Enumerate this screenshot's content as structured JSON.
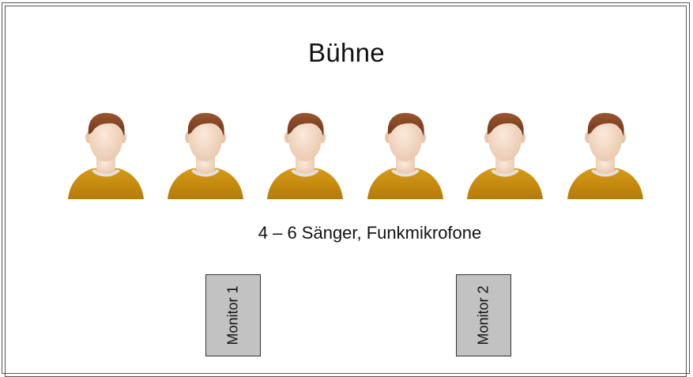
{
  "stage": {
    "title": "Bühne",
    "caption": "4 – 6 Sänger, Funkmikrofone",
    "singer_icon": "person-icon",
    "singer_count_shown": 6,
    "colors": {
      "shirt": "#c98d10",
      "hair": "#8a4a25",
      "skin": "#f4dcc8",
      "monitor_fill": "#c2c2c2",
      "border": "#555555"
    }
  },
  "monitors": [
    {
      "label": "Monitor 1"
    },
    {
      "label": "Monitor 2"
    }
  ]
}
